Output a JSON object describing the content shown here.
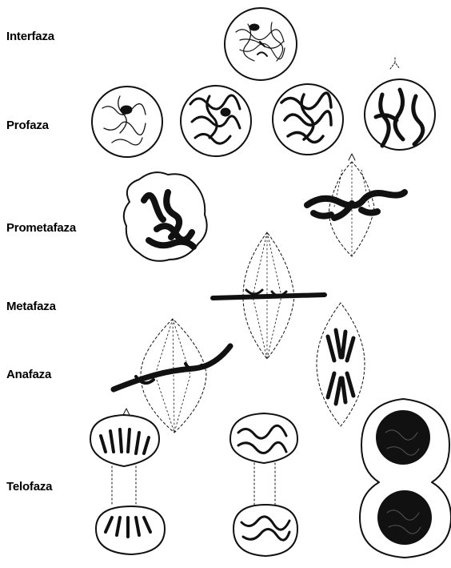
{
  "phases": {
    "interphase": "Interfaza",
    "prophase": "Profaza",
    "prometaphase": "Prometafaza",
    "metaphase": "Metafaza",
    "anaphase": "Anafaza",
    "telophase": "Telofaza"
  },
  "colors": {
    "ink": "#111111",
    "paper": "#ffffff"
  }
}
